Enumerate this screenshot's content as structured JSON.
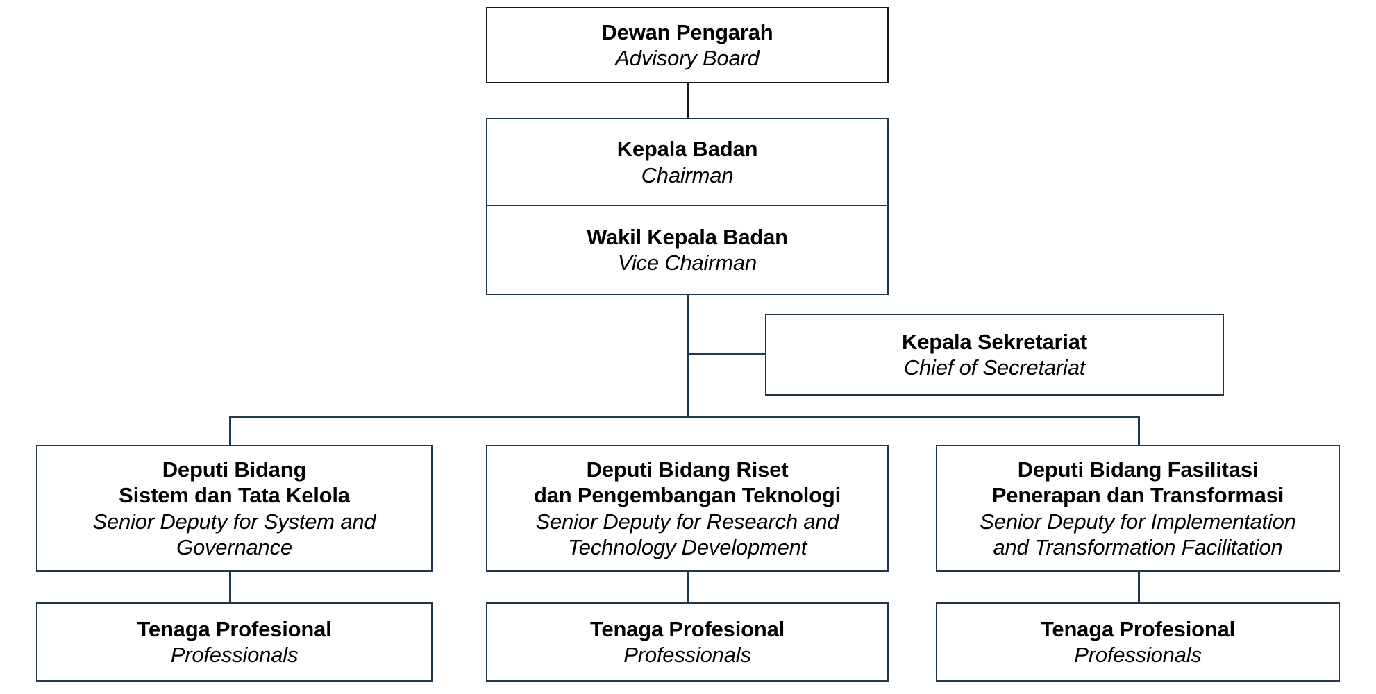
{
  "chart": {
    "type": "organizational-chart",
    "title": "Organizational Structure",
    "language_note": "Indonesian label in bold, English translation in italics",
    "colors": {
      "box_border": "#22374b",
      "top_box_border": "#15171a",
      "connector": "#22374b",
      "text": "#000000",
      "background": "#ffffff"
    },
    "nodes": {
      "advisory_board": {
        "id_label": "Dewan Pengarah",
        "en_label": "Advisory Board"
      },
      "chairman": {
        "id_label": "Kepala Badan",
        "en_label": "Chairman"
      },
      "vice_chairman": {
        "id_label": "Wakil Kepala Badan",
        "en_label": "Vice Chairman"
      },
      "secretariat": {
        "id_label": "Kepala Sekretariat",
        "en_label": "Chief of Secretariat"
      },
      "deputy_1": {
        "id_label": "Deputi Bidang\nSistem dan Tata Kelola",
        "en_label": "Senior Deputy for System and\nGovernance"
      },
      "deputy_2": {
        "id_label": "Deputi Bidang Riset\ndan Pengembangan Teknologi",
        "en_label": "Senior Deputy for Research and\nTechnology Development"
      },
      "deputy_3": {
        "id_label": "Deputi Bidang Fasilitasi\nPenerapan dan Transformasi",
        "en_label": "Senior Deputy for Implementation\nand Transformation Facilitation"
      },
      "professionals_1": {
        "id_label": "Tenaga Profesional",
        "en_label": "Professionals"
      },
      "professionals_2": {
        "id_label": "Tenaga Profesional",
        "en_label": "Professionals"
      },
      "professionals_3": {
        "id_label": "Tenaga Profesional",
        "en_label": "Professionals"
      }
    },
    "hierarchy": [
      {
        "parent": "advisory_board",
        "child": "chairman"
      },
      {
        "parent": "chairman",
        "child": "vice_chairman"
      },
      {
        "parent": "vice_chairman",
        "child": "secretariat"
      },
      {
        "parent": "vice_chairman",
        "child": "deputy_1"
      },
      {
        "parent": "vice_chairman",
        "child": "deputy_2"
      },
      {
        "parent": "vice_chairman",
        "child": "deputy_3"
      },
      {
        "parent": "deputy_1",
        "child": "professionals_1"
      },
      {
        "parent": "deputy_2",
        "child": "professionals_2"
      },
      {
        "parent": "deputy_3",
        "child": "professionals_3"
      }
    ]
  }
}
